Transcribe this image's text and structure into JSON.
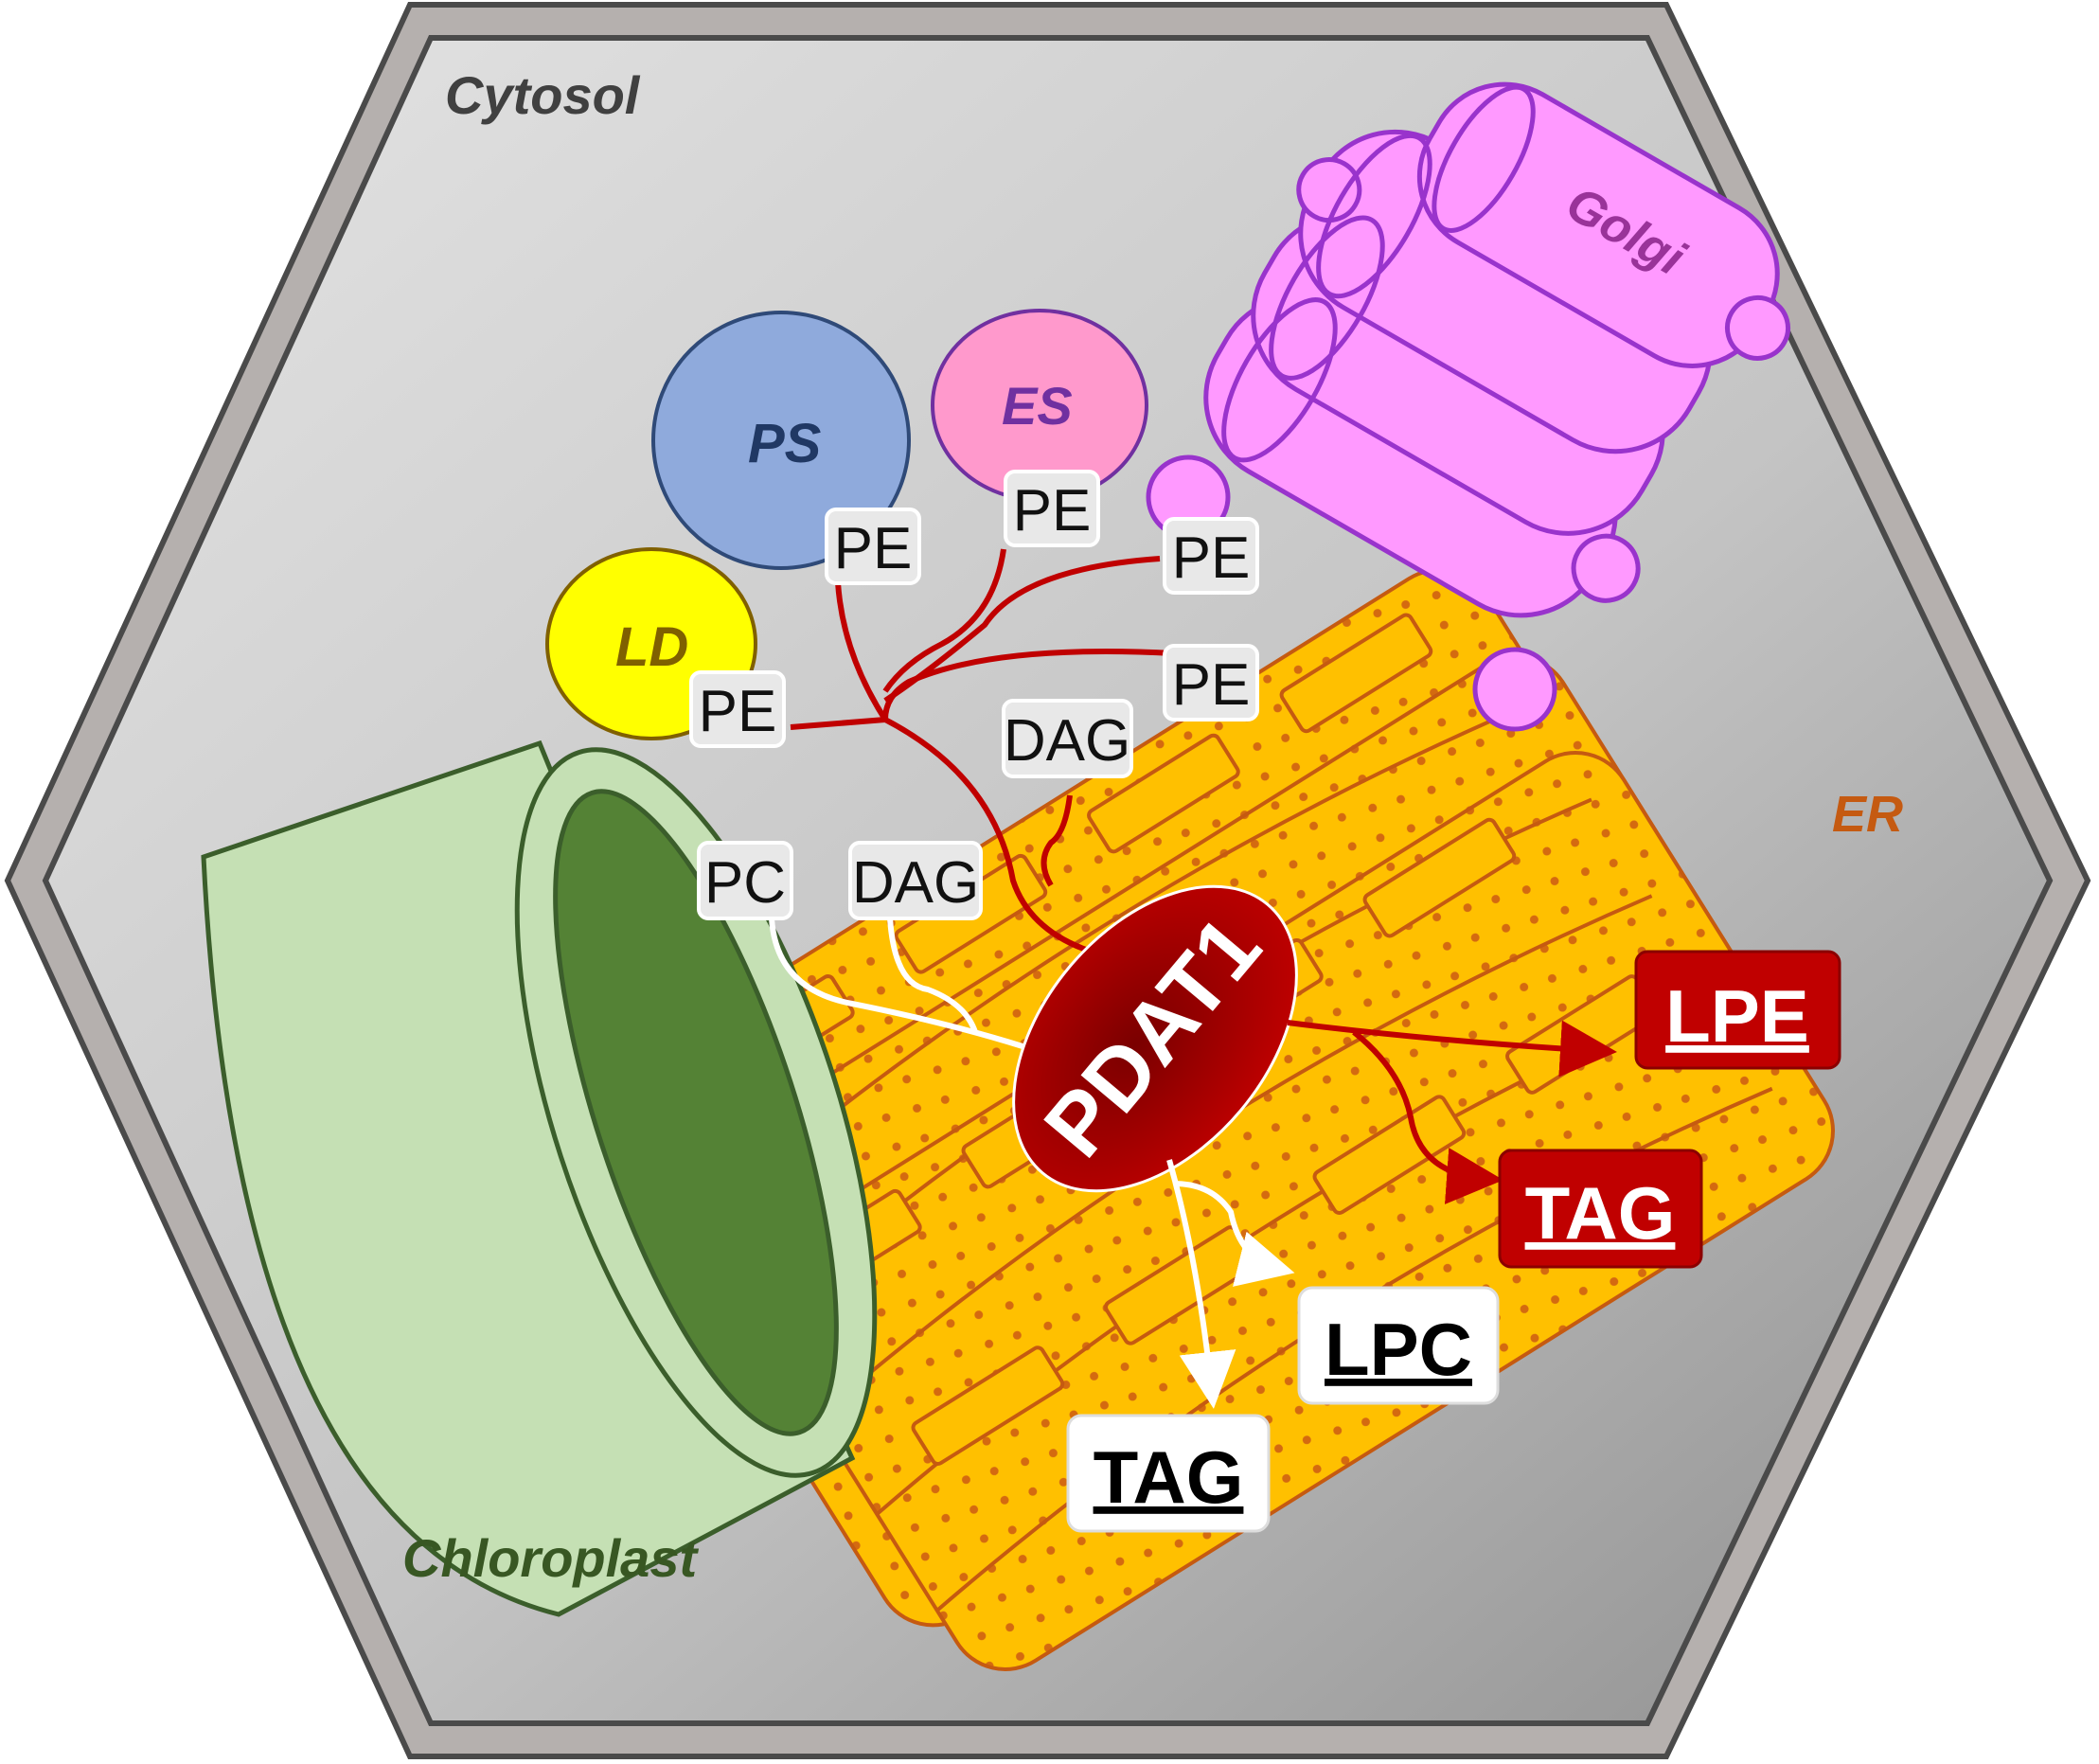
{
  "colors": {
    "cell_outer": "#4a4a4a",
    "cell_fill": "#c4c4c4",
    "chloroplast_light": "#c5e0b4",
    "chloroplast_dark": "#548235",
    "er_fill": "#ffc000",
    "er_stroke": "#c55a11",
    "golgi_fill": "#ff99ff",
    "golgi_stroke": "#9933cc",
    "ps_fill": "#8faadc",
    "es_fill": "#ff99cc",
    "ld_fill": "#ffff00",
    "pdat_red": "#c00000",
    "white_arrow": "#ffffff"
  },
  "organelles": {
    "cytosol": "Cytosol",
    "golgi": "Golgi",
    "ps": "PS",
    "es": "ES",
    "ld": "LD",
    "er": "ER",
    "chloroplast": "Chloroplast"
  },
  "enzyme": "PDAT1",
  "substrates": {
    "pe_ps": "PE",
    "pe_es": "PE",
    "pe_vesicle": "PE",
    "pe_golgi": "PE",
    "pe_ld": "PE",
    "dag_upper": "DAG",
    "pc": "PC",
    "dag_lower": "DAG"
  },
  "products": {
    "lpe": "LPE",
    "tag_red": "TAG",
    "lpc": "LPC",
    "tag_white": "TAG"
  }
}
